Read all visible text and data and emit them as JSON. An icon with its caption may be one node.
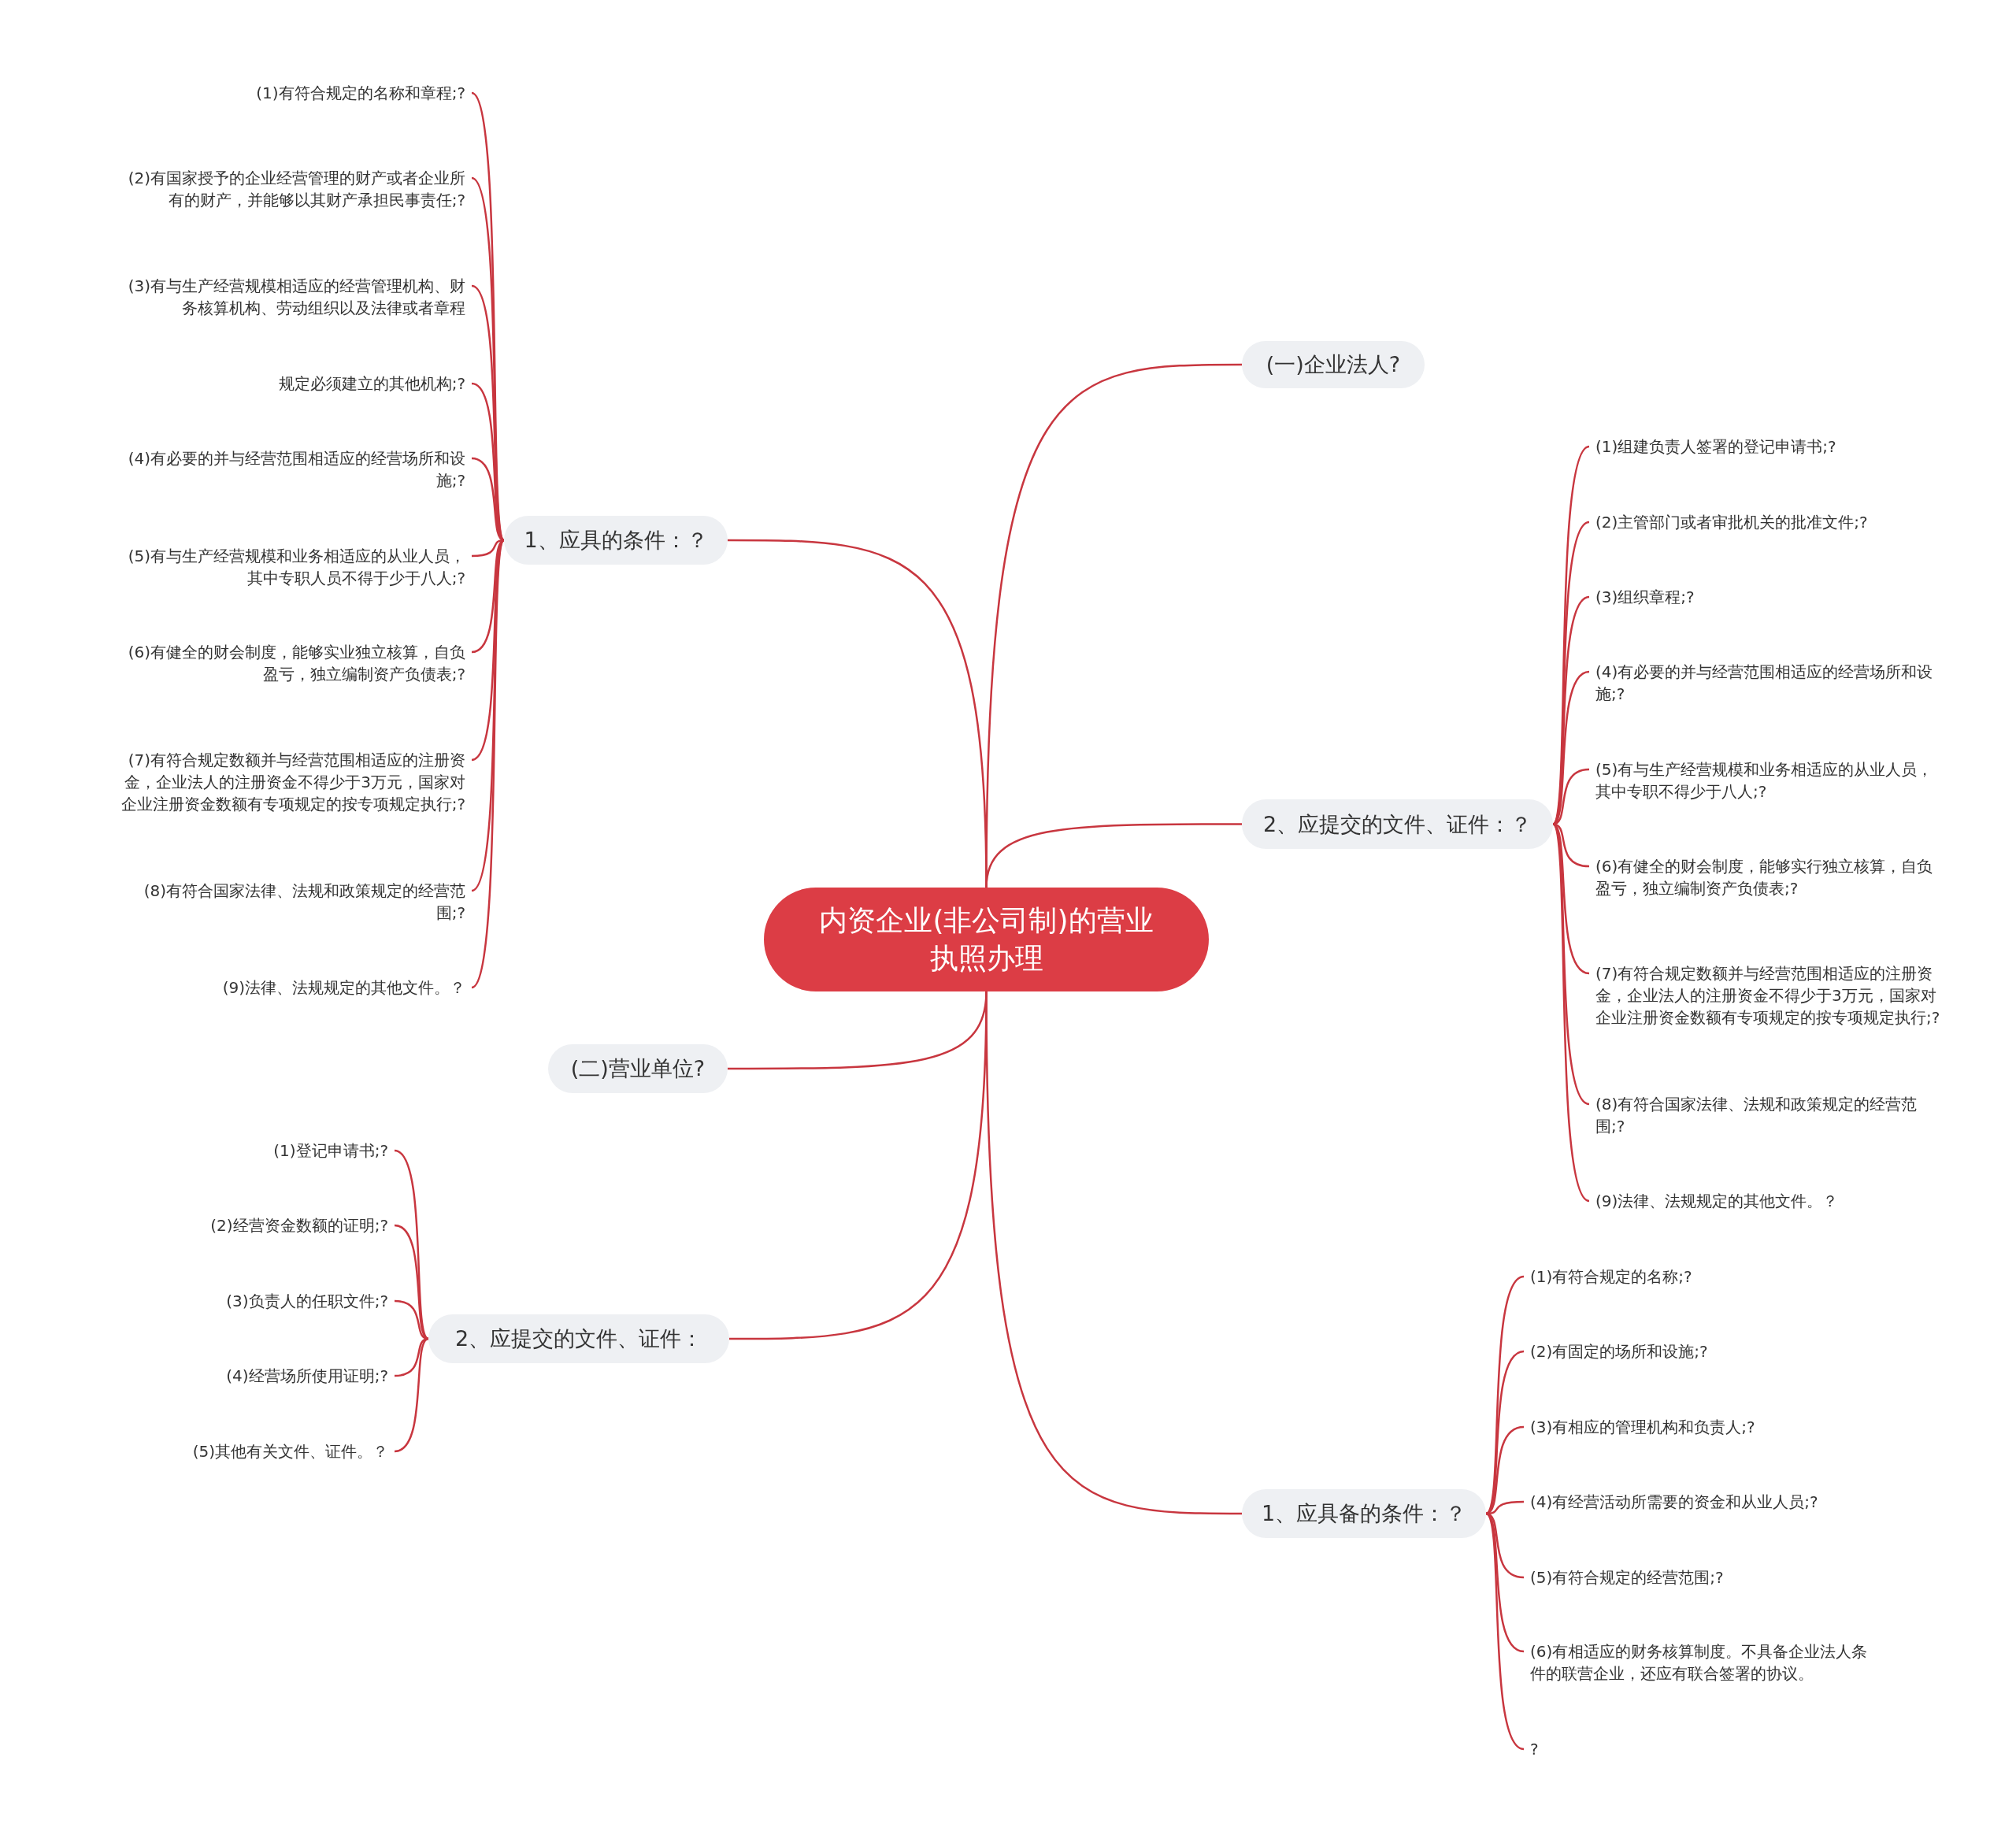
{
  "diagram": {
    "nodes": [
      {
        "text": [
          "内资企业(非公司制)的营业执照办理"
        ]
      },
      {
        "text": [
          "(一)企业法人?"
        ]
      },
      {
        "text": [
          "2、应提交的文件、证件：？"
        ]
      },
      {
        "text": [
          "(1)组建负责人签署的登记申请书;?"
        ]
      },
      {
        "text": [
          "(2)主管部门或者审批机关的批准文件;?"
        ]
      },
      {
        "text": [
          "(3)组织章程;?"
        ]
      },
      {
        "text": [
          "(4)有必要的并与经营范围相适应的经营场所和设施;?"
        ]
      },
      {
        "text": [
          "(5)有与生产经营规模和业务相适应的从业人员，其中专职不得少于八人;?"
        ]
      },
      {
        "text": [
          "(6)有健全的财会制度，能够实行独立核算，自负盈亏，独立编制资产负债表;?"
        ]
      },
      {
        "text": [
          "(7)有符合规定数额并与经营范围相适应的注册资金，企业法人的注册资金不得少于3万元，国家对企业注册资金数额有专项规定的按专项规定执行;?"
        ]
      },
      {
        "text": [
          "(8)有符合国家法律、法规和政策规定的经营范围;?"
        ]
      },
      {
        "text": [
          "(9)法律、法规规定的其他文件。？"
        ]
      },
      {
        "text": [
          "1、应具备的条件：？"
        ]
      },
      {
        "text": [
          "(1)有符合规定的名称;?"
        ]
      },
      {
        "text": [
          "(2)有固定的场所和设施;?"
        ]
      },
      {
        "text": [
          "(3)有相应的管理机构和负责人;?"
        ]
      },
      {
        "text": [
          "(4)有经营活动所需要的资金和从业人员;?"
        ]
      },
      {
        "text": [
          "(5)有符合规定的经营范围;?"
        ]
      },
      {
        "text": [
          "(6)有相适应的财务核算制度。不具备企业法人条件的联营企业，还应有联合签署的协议。"
        ]
      },
      {
        "text": [
          "?"
        ]
      },
      {
        "text": [
          "1、应具的条件：？"
        ]
      },
      {
        "text": [
          "(1)有符合规定的名称和章程;?"
        ]
      },
      {
        "text": [
          "(2)有国家授予的企业经营管理的财产或者企业所有的财产，并能够以其财产承担民事责任;?"
        ]
      },
      {
        "text": [
          "(3)有与生产经营规模相适应的经营管理机构、财务核算机构、劳动组织以及法律或者章程"
        ]
      },
      {
        "text": [
          "规定必须建立的其他机构;?"
        ]
      },
      {
        "text": [
          "(4)有必要的并与经营范围相适应的经营场所和设施;?"
        ]
      },
      {
        "text": [
          "(5)有与生产经营规模和业务相适应的从业人员，其中专职人员不得于少于八人;?"
        ]
      },
      {
        "text": [
          "(6)有健全的财会制度，能够实业独立核算，自负盈亏，独立编制资产负债表;?"
        ]
      },
      {
        "text": [
          "(7)有符合规定数额并与经营范围相适应的注册资金，企业法人的注册资金不得少于3万元，国家对企业注册资金数额有专项规定的按专项规定执行;?"
        ]
      },
      {
        "text": [
          "(8)有符合国家法律、法规和政策规定的经营范围;?"
        ]
      },
      {
        "text": [
          "(9)法律、法规规定的其他文件。？"
        ]
      },
      {
        "text": [
          "(二)营业单位?"
        ]
      },
      {
        "text": [
          "2、应提交的文件、证件："
        ]
      },
      {
        "text": [
          "(1)登记申请书;?"
        ]
      },
      {
        "text": [
          "(2)经营资金数额的证明;?"
        ]
      },
      {
        "text": [
          "(3)负责人的任职文件;?"
        ]
      },
      {
        "text": [
          "(4)经营场所使用证明;?"
        ]
      },
      {
        "text": [
          "(5)其他有关文件、证件。？"
        ]
      }
    ],
    "edges": [
      {
        "from": 0,
        "to": 1,
        "arrow": "none"
      },
      {
        "from": 0,
        "to": 2,
        "arrow": "none"
      },
      {
        "from": 2,
        "to": 3,
        "arrow": "none"
      },
      {
        "from": 2,
        "to": 4,
        "arrow": "none"
      },
      {
        "from": 2,
        "to": 5,
        "arrow": "none"
      },
      {
        "from": 2,
        "to": 6,
        "arrow": "none"
      },
      {
        "from": 2,
        "to": 7,
        "arrow": "none"
      },
      {
        "from": 2,
        "to": 8,
        "arrow": "none"
      },
      {
        "from": 2,
        "to": 9,
        "arrow": "none"
      },
      {
        "from": 2,
        "to": 10,
        "arrow": "none"
      },
      {
        "from": 2,
        "to": 11,
        "arrow": "none"
      },
      {
        "from": 0,
        "to": 12,
        "arrow": "none"
      },
      {
        "from": 12,
        "to": 13,
        "arrow": "none"
      },
      {
        "from": 12,
        "to": 14,
        "arrow": "none"
      },
      {
        "from": 12,
        "to": 15,
        "arrow": "none"
      },
      {
        "from": 12,
        "to": 16,
        "arrow": "none"
      },
      {
        "from": 12,
        "to": 17,
        "arrow": "none"
      },
      {
        "from": 12,
        "to": 18,
        "arrow": "none"
      },
      {
        "from": 12,
        "to": 19,
        "arrow": "none"
      },
      {
        "from": 0,
        "to": 20,
        "arrow": "none"
      },
      {
        "from": 20,
        "to": 21,
        "arrow": "none"
      },
      {
        "from": 20,
        "to": 22,
        "arrow": "none"
      },
      {
        "from": 20,
        "to": 23,
        "arrow": "none"
      },
      {
        "from": 20,
        "to": 24,
        "arrow": "none"
      },
      {
        "from": 20,
        "to": 25,
        "arrow": "none"
      },
      {
        "from": 20,
        "to": 26,
        "arrow": "none"
      },
      {
        "from": 20,
        "to": 27,
        "arrow": "none"
      },
      {
        "from": 20,
        "to": 28,
        "arrow": "none"
      },
      {
        "from": 20,
        "to": 29,
        "arrow": "none"
      },
      {
        "from": 20,
        "to": 30,
        "arrow": "none"
      },
      {
        "from": 0,
        "to": 31,
        "arrow": "none"
      },
      {
        "from": 0,
        "to": 32,
        "arrow": "none"
      },
      {
        "from": 32,
        "to": 33,
        "arrow": "none"
      },
      {
        "from": 32,
        "to": 34,
        "arrow": "none"
      },
      {
        "from": 32,
        "to": 35,
        "arrow": "none"
      },
      {
        "from": 32,
        "to": 36,
        "arrow": "none"
      },
      {
        "from": 32,
        "to": 37,
        "arrow": "none"
      }
    ]
  }
}
